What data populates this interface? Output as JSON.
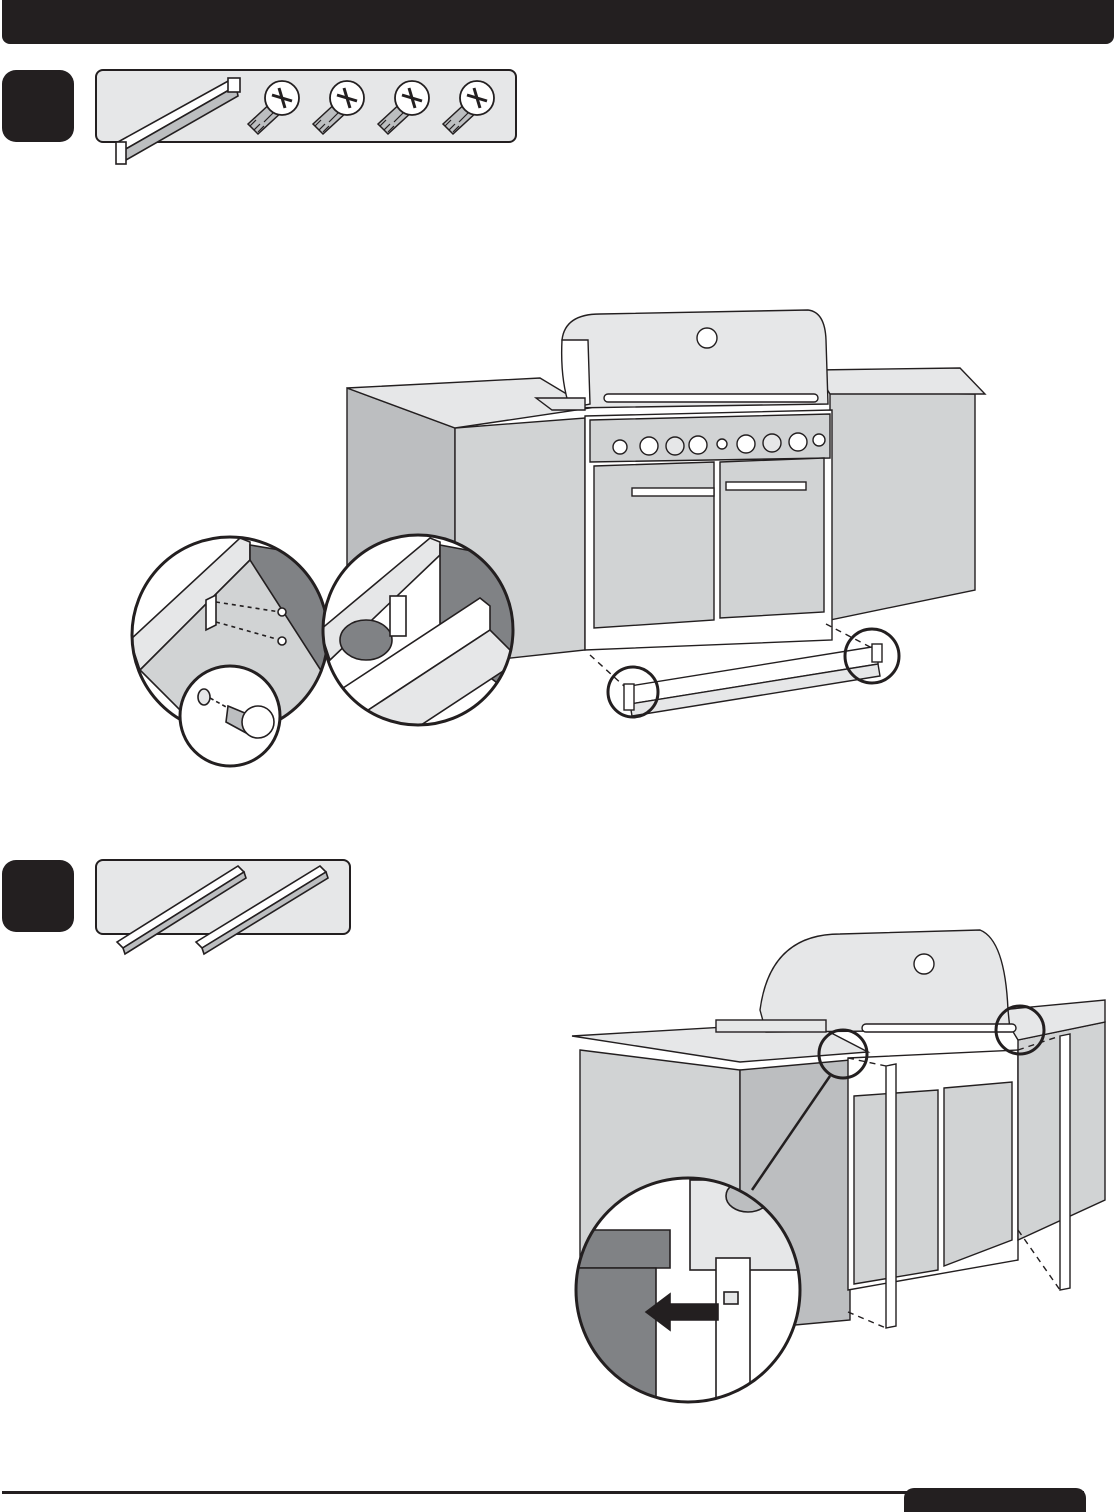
{
  "page": {
    "header_text": "",
    "footer_text": ""
  },
  "steps": [
    {
      "number": "",
      "parts": [
        "crossbar",
        "screw",
        "screw",
        "screw",
        "screw"
      ]
    },
    {
      "number": "",
      "parts": [
        "mounting-strip",
        "mounting-strip"
      ]
    }
  ],
  "colors": {
    "ink": "#231f20",
    "panel": "#e6e7e8",
    "cabinet": "#d1d3d4",
    "cabinet_dark": "#bcbec0",
    "shadow": "#808285"
  }
}
